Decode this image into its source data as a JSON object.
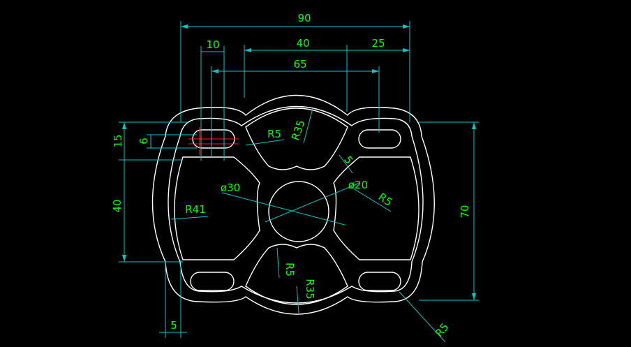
{
  "colors": {
    "background": "#000000",
    "outline": "#ffffff",
    "dimension_line": "#00c8c8",
    "dimension_text": "#00ff00",
    "highlight": "#ff2020"
  },
  "dimensions": {
    "overall_width": "90",
    "slot_width": "10",
    "center_span": "40",
    "right_offset": "25",
    "slot_span": "65",
    "top_height": "15",
    "slot_height": "6",
    "left_height": "40",
    "right_height": "70",
    "bottom_offset": "5",
    "gap": "5"
  },
  "radii": {
    "top_arc": "R35",
    "bottom_arc": "R35",
    "fillet_top": "R5",
    "fillet_right": "R5",
    "fillet_bottom": "R5",
    "fillet_corner": "R5",
    "left_arc": "R41"
  },
  "diameters": {
    "outer": "ø30",
    "inner": "ø20"
  }
}
